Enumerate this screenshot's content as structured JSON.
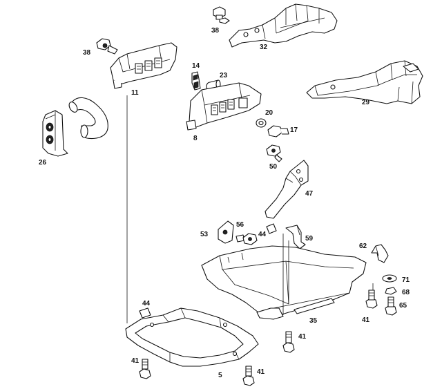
{
  "callouts": [
    {
      "id": "c38a",
      "label": "38"
    },
    {
      "id": "c32",
      "label": "32"
    },
    {
      "id": "c38b",
      "label": "38"
    },
    {
      "id": "c14",
      "label": "14"
    },
    {
      "id": "c23",
      "label": "23"
    },
    {
      "id": "c11",
      "label": "11"
    },
    {
      "id": "c29",
      "label": "29"
    },
    {
      "id": "c20",
      "label": "20"
    },
    {
      "id": "c17",
      "label": "17"
    },
    {
      "id": "c8",
      "label": "8"
    },
    {
      "id": "c26",
      "label": "26"
    },
    {
      "id": "c50",
      "label": "50"
    },
    {
      "id": "c47",
      "label": "47"
    },
    {
      "id": "c53",
      "label": "53"
    },
    {
      "id": "c56",
      "label": "56"
    },
    {
      "id": "c44a",
      "label": "44"
    },
    {
      "id": "c59",
      "label": "59"
    },
    {
      "id": "c62",
      "label": "62"
    },
    {
      "id": "c71",
      "label": "71"
    },
    {
      "id": "c68",
      "label": "68"
    },
    {
      "id": "c65",
      "label": "65"
    },
    {
      "id": "c41a",
      "label": "41"
    },
    {
      "id": "c35",
      "label": "35"
    },
    {
      "id": "c44b",
      "label": "44"
    },
    {
      "id": "c41b",
      "label": "41"
    },
    {
      "id": "c41c",
      "label": "41"
    },
    {
      "id": "c5",
      "label": "5"
    },
    {
      "id": "c41d",
      "label": "41"
    }
  ]
}
